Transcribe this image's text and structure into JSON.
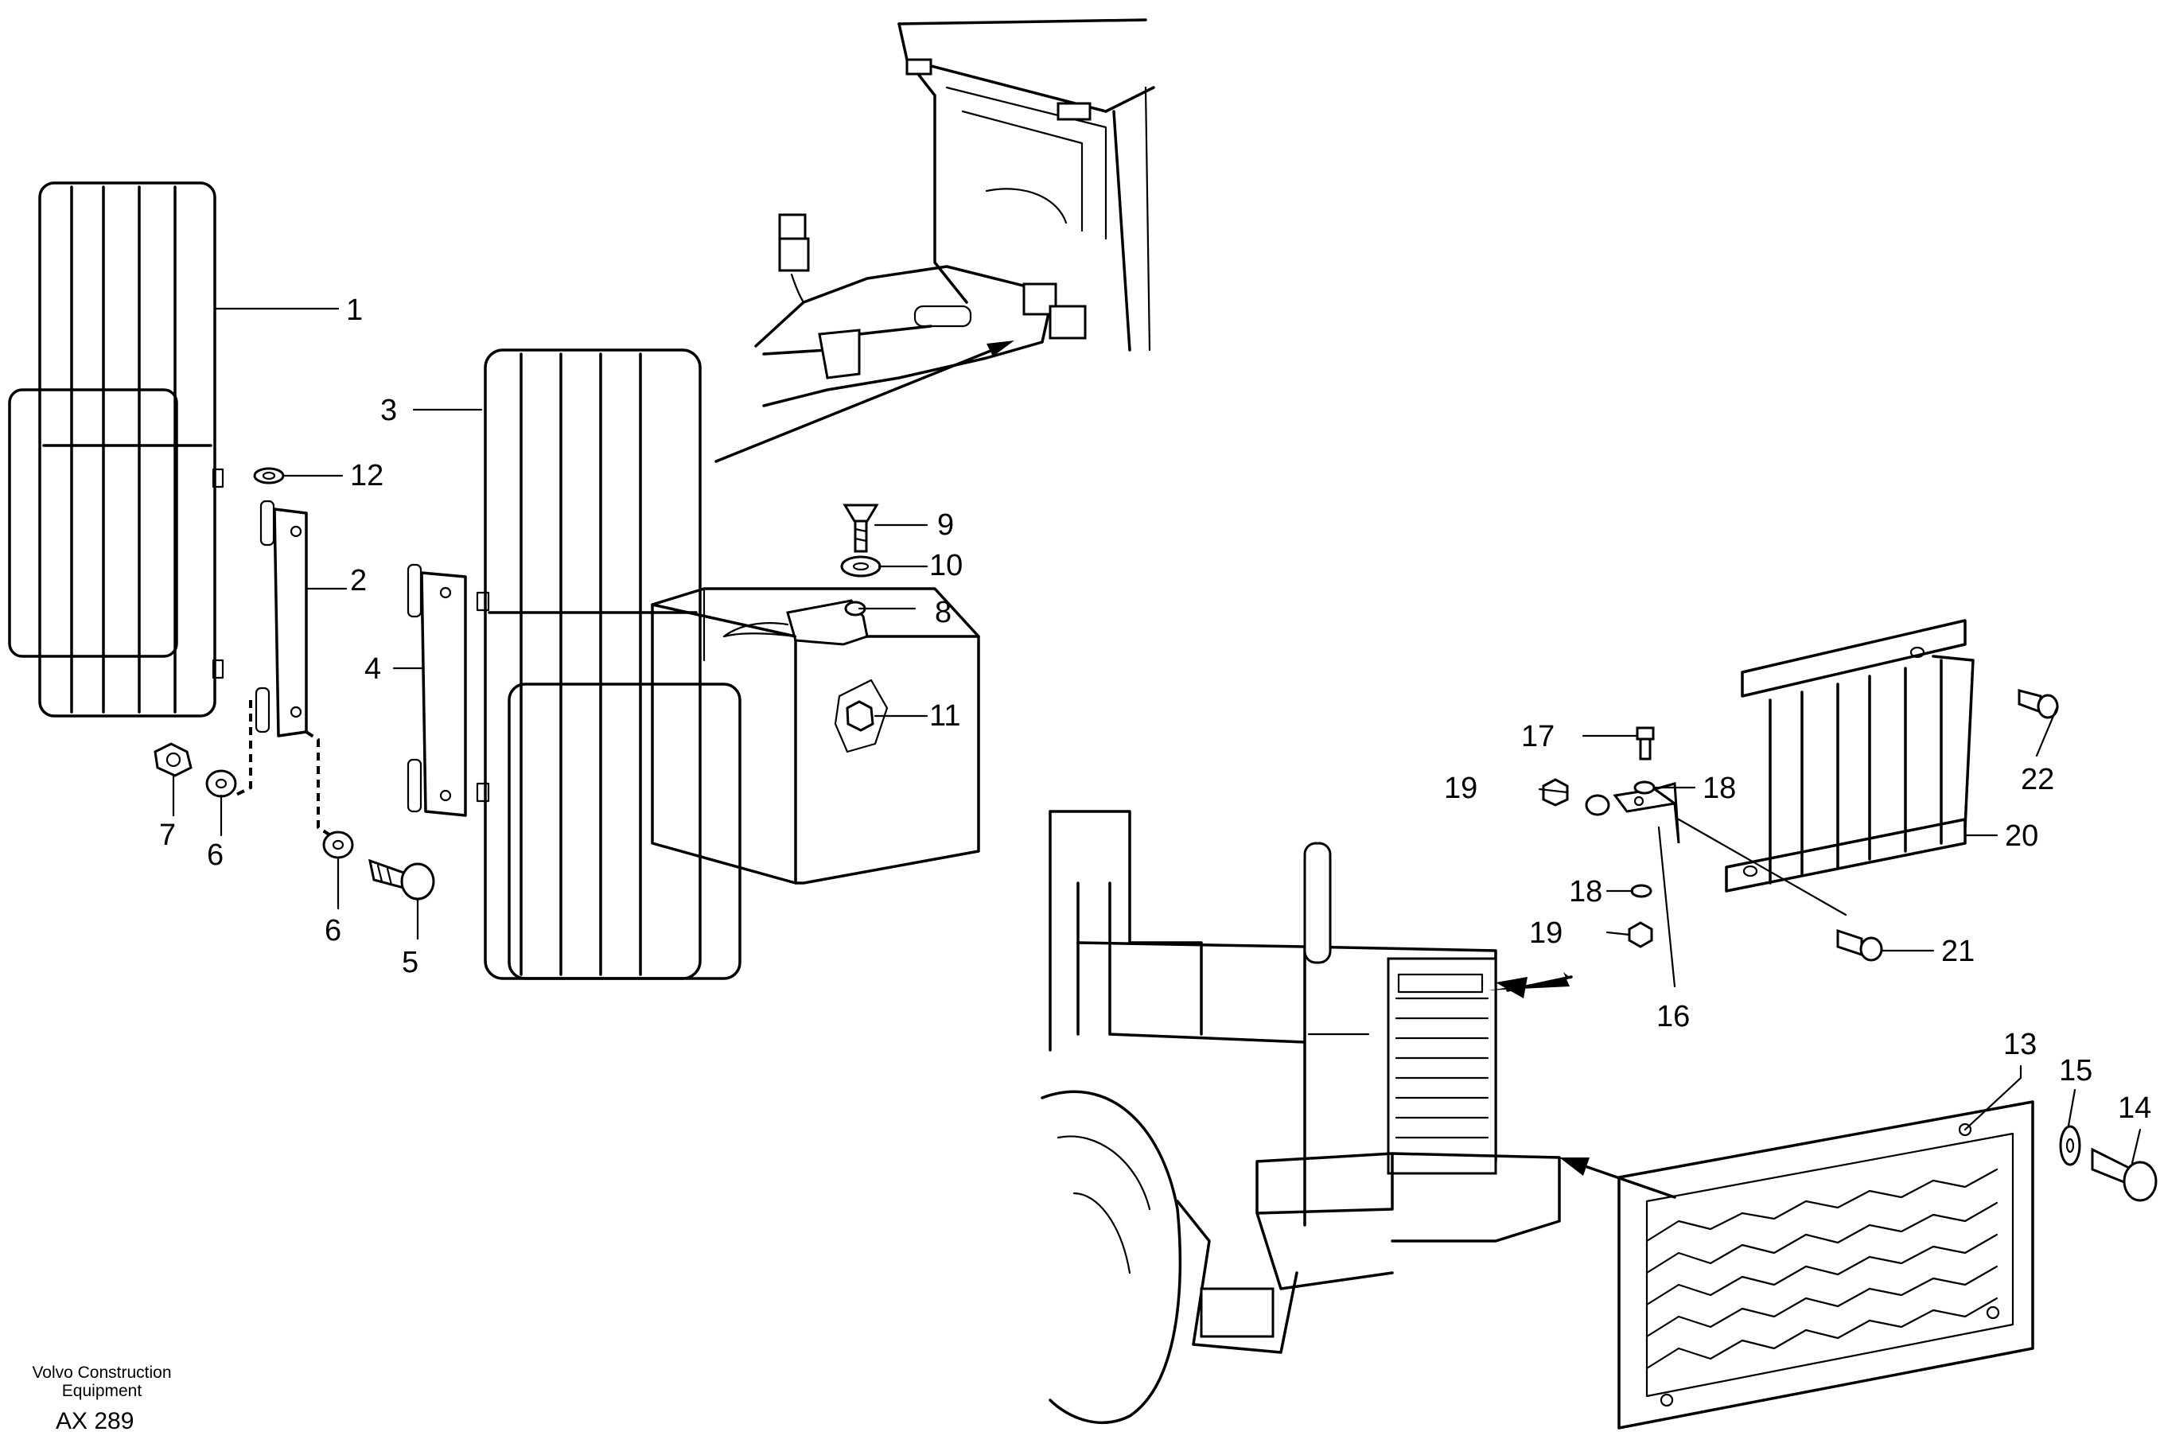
{
  "parts": [
    {
      "id": "p1",
      "label": "1"
    },
    {
      "id": "p2",
      "label": "2"
    },
    {
      "id": "p3",
      "label": "3"
    },
    {
      "id": "p4",
      "label": "4"
    },
    {
      "id": "p5",
      "label": "5"
    },
    {
      "id": "p6a",
      "label": "6"
    },
    {
      "id": "p6b",
      "label": "6"
    },
    {
      "id": "p7",
      "label": "7"
    },
    {
      "id": "p8",
      "label": "8"
    },
    {
      "id": "p9",
      "label": "9"
    },
    {
      "id": "p10",
      "label": "10"
    },
    {
      "id": "p11",
      "label": "11"
    },
    {
      "id": "p12",
      "label": "12"
    },
    {
      "id": "p13",
      "label": "13"
    },
    {
      "id": "p14",
      "label": "14"
    },
    {
      "id": "p15",
      "label": "15"
    },
    {
      "id": "p16",
      "label": "16"
    },
    {
      "id": "p17",
      "label": "17"
    },
    {
      "id": "p18a",
      "label": "18"
    },
    {
      "id": "p18b",
      "label": "18"
    },
    {
      "id": "p19a",
      "label": "19"
    },
    {
      "id": "p19b",
      "label": "19"
    },
    {
      "id": "p20",
      "label": "20"
    },
    {
      "id": "p21",
      "label": "21"
    },
    {
      "id": "p22",
      "label": "22"
    }
  ],
  "footer": {
    "brand_line1": "Volvo Construction",
    "brand_line2": "Equipment",
    "code": "AX 289"
  }
}
